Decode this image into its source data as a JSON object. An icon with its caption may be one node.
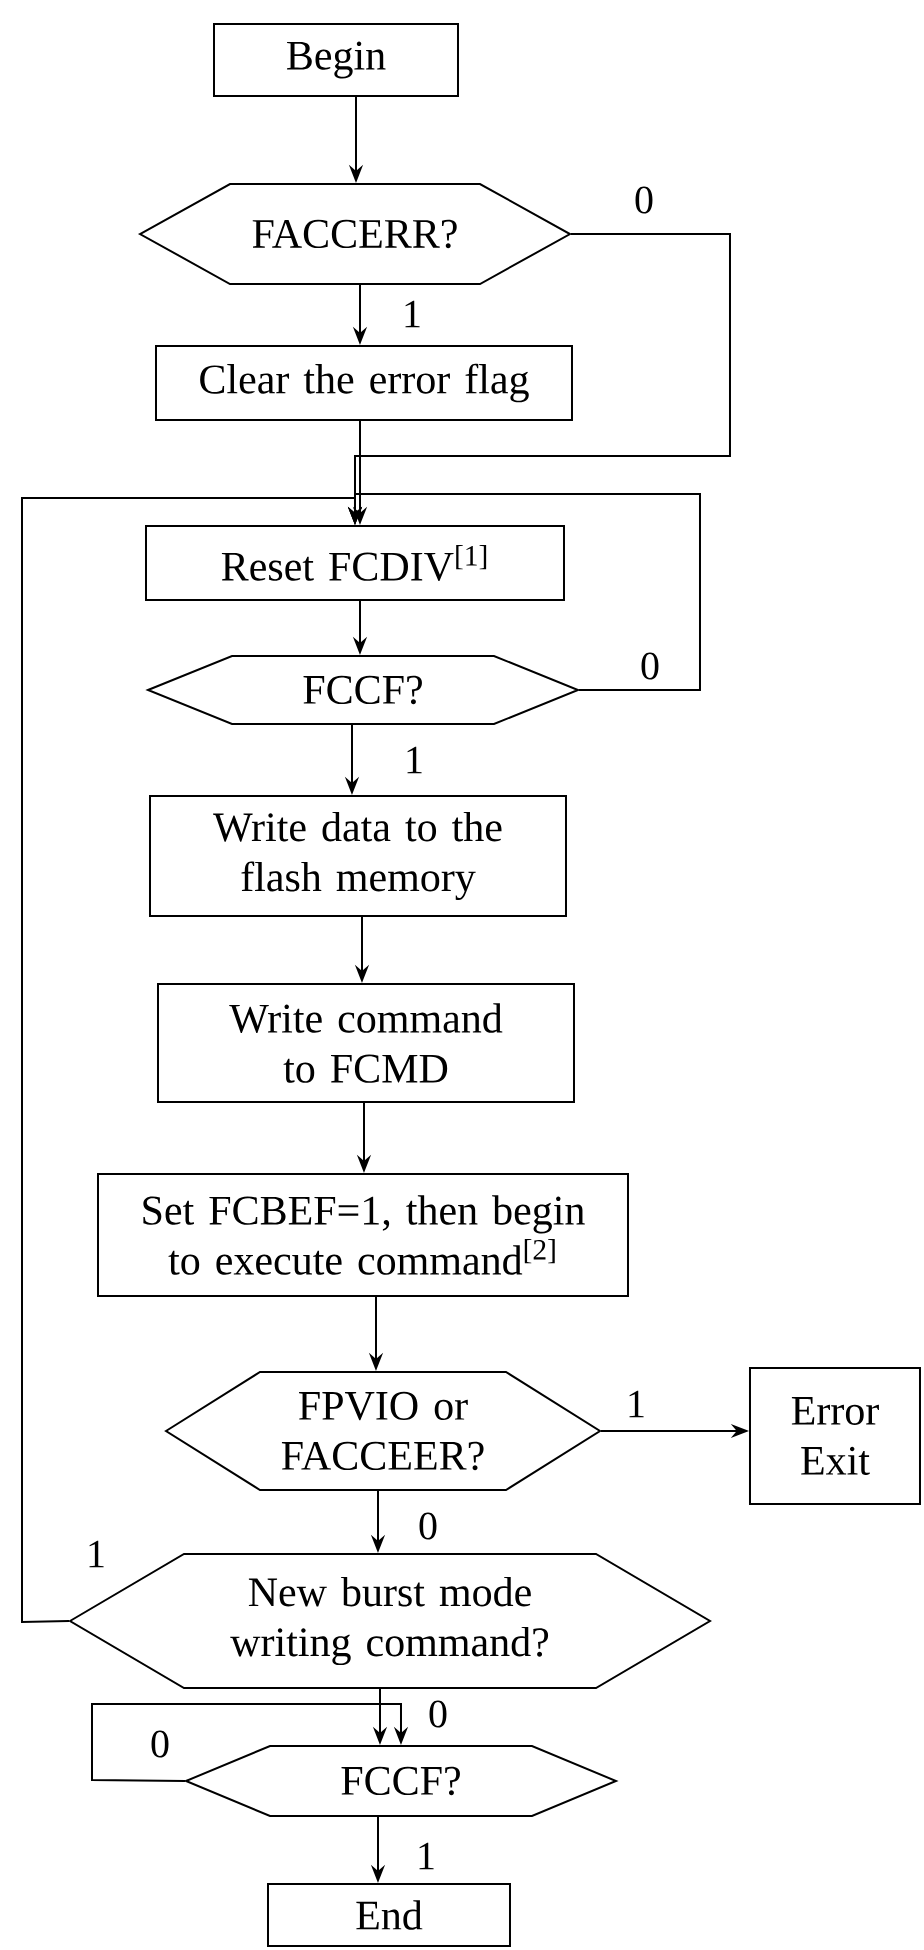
{
  "diagram": {
    "nodes": [
      {
        "text": [
          "Begin"
        ]
      },
      {
        "text": [
          "FACCERR?"
        ]
      },
      {
        "text": [
          "Clear the error flag"
        ]
      },
      {
        "text": [
          "Reset FCDIV$^{[1]}$"
        ]
      },
      {
        "text": [
          "FCCF?"
        ]
      },
      {
        "text": [
          "Write data to the flash memory"
        ]
      },
      {
        "text": [
          "Write command to FCMD"
        ]
      },
      {
        "text": [
          "Set FCBEF=1, then begin to execute command$^{[2]}$"
        ]
      },
      {
        "text": [
          "FPVIO or FACCEER?"
        ]
      },
      {
        "text": [
          "Error Exit"
        ]
      },
      {
        "text": [
          "New burst mode writing command?"
        ]
      },
      {
        "text": [
          "FCCF?"
        ]
      },
      {
        "text": [
          "End"
        ]
      }
    ],
    "edges": [
      {
        "from": 0,
        "to": 1,
        "arrow": "to"
      },
      {
        "from": 1,
        "to": 2,
        "arrow": "to",
        "label": "1"
      },
      {
        "from": 1,
        "to": 3,
        "arrow": "to",
        "label": "0"
      },
      {
        "from": 2,
        "to": 3,
        "arrow": "to"
      },
      {
        "from": 3,
        "to": 4,
        "arrow": "to"
      },
      {
        "from": 4,
        "to": 3,
        "arrow": "to",
        "label": "0"
      },
      {
        "from": 4,
        "to": 5,
        "arrow": "to",
        "label": "1"
      },
      {
        "from": 5,
        "to": 6,
        "arrow": "to"
      },
      {
        "from": 6,
        "to": 7,
        "arrow": "to"
      },
      {
        "from": 7,
        "to": 8,
        "arrow": "to"
      },
      {
        "from": 8,
        "to": 9,
        "arrow": "to",
        "label": "1"
      },
      {
        "from": 8,
        "to": 10,
        "arrow": "to",
        "label": "0"
      },
      {
        "from": 10,
        "to": 3,
        "arrow": "to",
        "label": "1"
      },
      {
        "from": 10,
        "to": 11,
        "arrow": "to",
        "label": "0"
      },
      {
        "from": 11,
        "to": 11,
        "arrow": "to",
        "label": "0"
      },
      {
        "from": 11,
        "to": 12,
        "arrow": "to",
        "label": "1"
      }
    ]
  }
}
